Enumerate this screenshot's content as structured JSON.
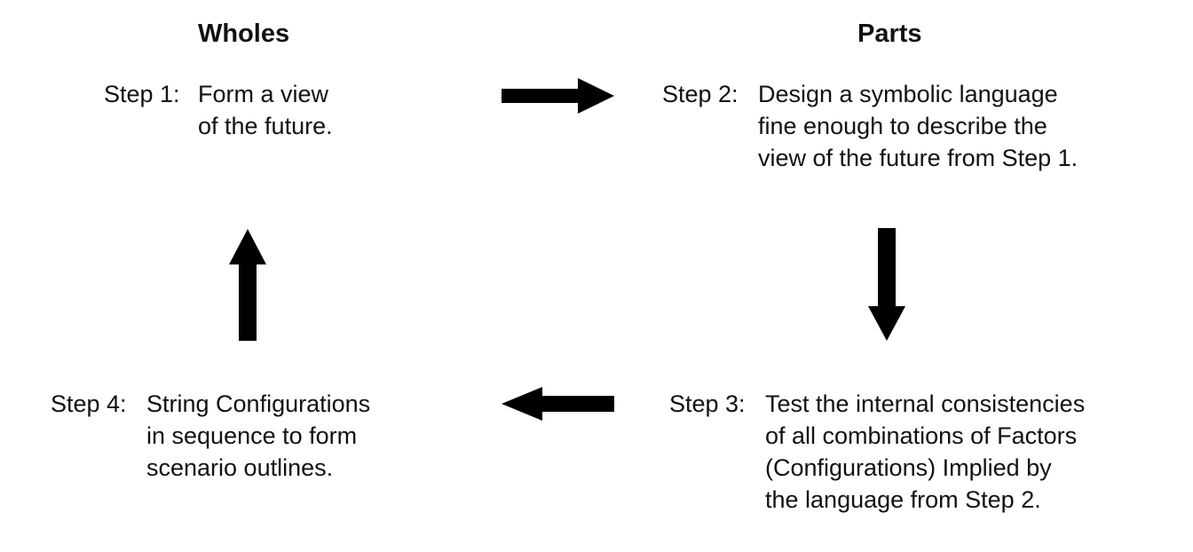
{
  "headings": {
    "left": "Wholes",
    "right": "Parts"
  },
  "steps": {
    "step1": {
      "label": "Step 1:",
      "lines": [
        "Form a view",
        "of the future."
      ]
    },
    "step2": {
      "label": "Step 2:",
      "lines": [
        "Design a symbolic language",
        "fine enough to describe the",
        "view of the future from Step 1."
      ]
    },
    "step3": {
      "label": "Step 3:",
      "lines": [
        "Test the internal consistencies",
        "of all combinations of Factors",
        "(Configurations) Implied by",
        "the language from Step 2."
      ]
    },
    "step4": {
      "label": "Step 4:",
      "lines": [
        "String Configurations",
        "in sequence to form",
        "scenario outlines."
      ]
    }
  },
  "arrows": {
    "color": "#000000",
    "step1_to_step2": "arrow-right-icon",
    "step2_to_step3": "arrow-down-icon",
    "step3_to_step4": "arrow-left-icon",
    "step4_to_step1": "arrow-up-icon"
  }
}
